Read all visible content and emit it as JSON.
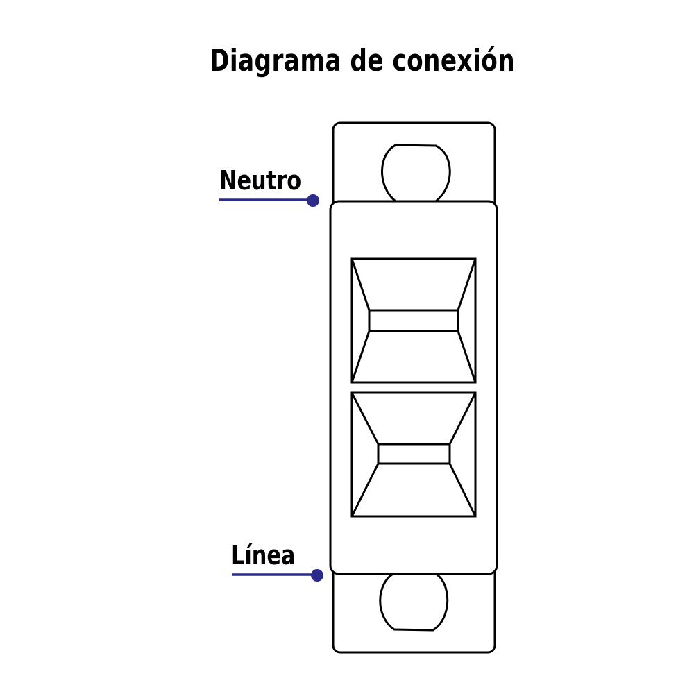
{
  "title": "Diagrama de conexión",
  "labels": {
    "neutral": "Neutro",
    "line": "Línea"
  },
  "colors": {
    "stroke": "#000000",
    "wire": "#2b2b8c",
    "background": "#ffffff"
  }
}
